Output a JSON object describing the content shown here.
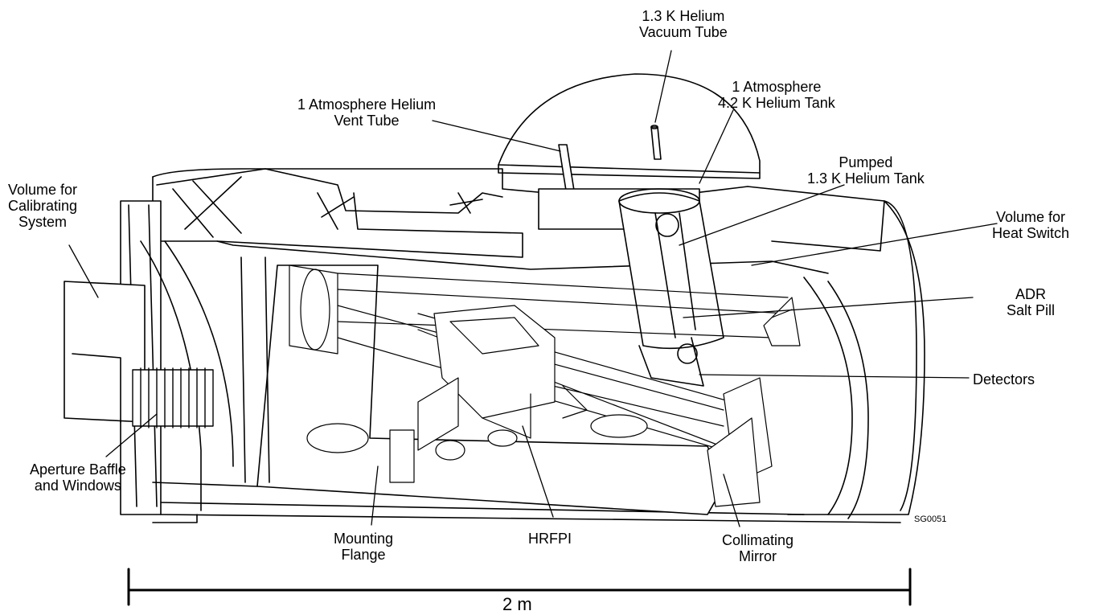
{
  "labels": {
    "helium_vacuum_tube": "1.3 K Helium\nVacuum Tube",
    "helium_vent_tube": "1 Atmosphere Helium\nVent Tube",
    "helium_tank_42": "1 Atmosphere\n4.2 K Helium Tank",
    "pumped_tank": "Pumped\n1.3 K Helium Tank",
    "calibrating_system": "Volume for\nCalibrating\nSystem",
    "heat_switch": "Volume for\nHeat Switch",
    "adr_salt_pill": "ADR\nSalt Pill",
    "detectors": "Detectors",
    "aperture_baffle": "Aperture Baffle\nand Windows",
    "mounting_flange": "Mounting\nFlange",
    "hrfpi": "HRFPI",
    "collimating_mirror": "Collimating\nMirror"
  },
  "drawing_code": "SG0051",
  "scale_bar": {
    "label": "2 m"
  }
}
